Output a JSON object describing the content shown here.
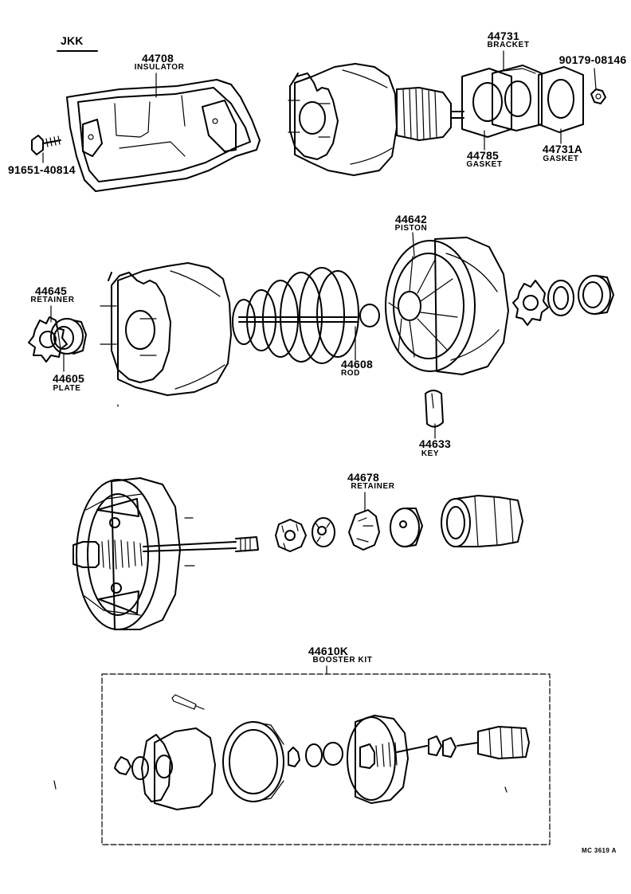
{
  "header": {
    "tag": "JKK"
  },
  "parts": {
    "p44708": {
      "number": "44708",
      "name": "INSULATOR"
    },
    "p91651": {
      "number": "91651-40814"
    },
    "p44731": {
      "number": "44731",
      "name": "BRACKET"
    },
    "p90179": {
      "number": "90179-08146"
    },
    "p44785": {
      "number": "44785",
      "name": "GASKET"
    },
    "p44731a": {
      "number": "44731A",
      "name": "GASKET"
    },
    "p44642": {
      "number": "44642",
      "name": "PISTON"
    },
    "p44645": {
      "number": "44645",
      "name": "RETAINER"
    },
    "p44605": {
      "number": "44605",
      "name": "PLATE"
    },
    "p44608": {
      "number": "44608",
      "name": "ROD"
    },
    "p44633": {
      "number": "44633",
      "name": "KEY"
    },
    "p44678": {
      "number": "44678",
      "name": "RETAINER"
    },
    "p44610k": {
      "number": "44610K",
      "name": "BOOSTER KIT"
    }
  },
  "footer": {
    "ref": "MC 3619 A"
  }
}
